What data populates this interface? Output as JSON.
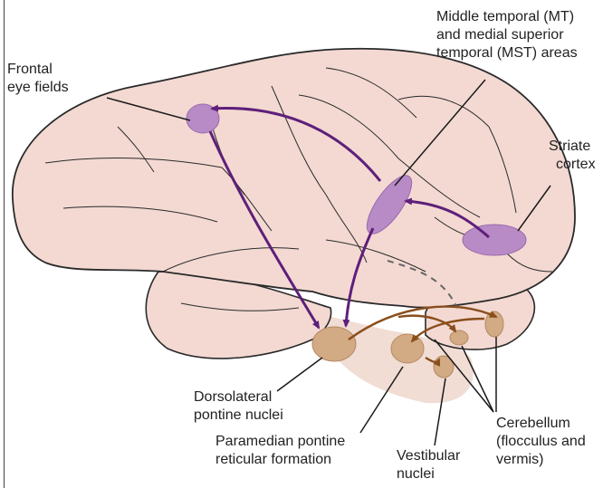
{
  "labels": {
    "frontal_eye_fields": [
      "Frontal",
      "eye fields"
    ],
    "mt_mst": [
      "Middle temporal (MT)",
      "and medial superior",
      "temporal (MST) areas"
    ],
    "striate_cortex": [
      "Striate",
      "cortex"
    ],
    "dorsolateral_pontine": [
      "Dorsolateral",
      "pontine nuclei"
    ],
    "paramedian_pontine": [
      "Paramedian pontine",
      "reticular formation"
    ],
    "vestibular_nuclei": [
      "Vestibular",
      "nuclei"
    ],
    "cerebellum": [
      "Cerebellum",
      "(flocculus and",
      "vermis)"
    ]
  },
  "colors": {
    "brain_fill": "#f3d9d2",
    "brainstem_fill": "#f1ddd4",
    "outline": "#2a2a2a",
    "cortical_area": "#b98bc6",
    "cortical_pathway": "#5e1f7a",
    "subcortical_nucleus": "#d2aa84",
    "subcortical_pathway": "#8a4e1c",
    "text": "#222222"
  }
}
